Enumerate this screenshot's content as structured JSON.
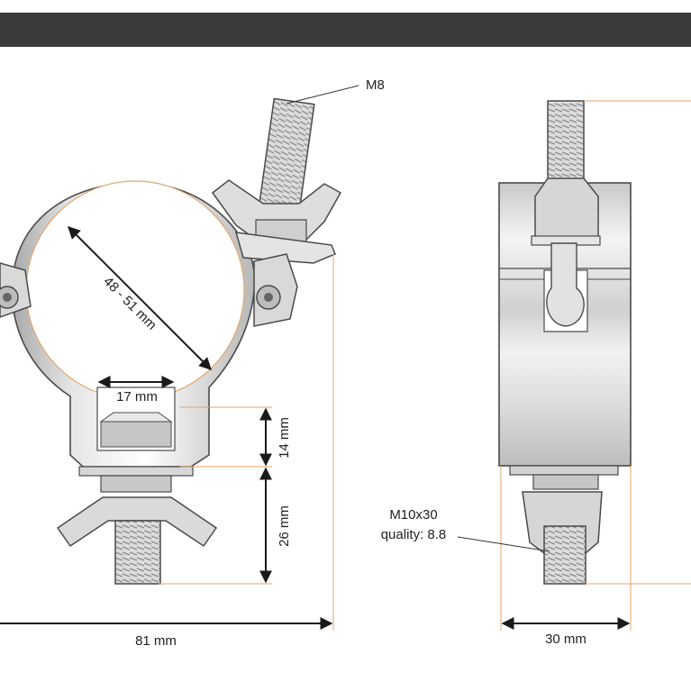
{
  "header": {
    "color": "#3a3a3a"
  },
  "labels": {
    "thread_top": "M8",
    "pipe_diameter": "48 - 51 mm",
    "slot_width": "17 mm",
    "height_upper": "14 mm",
    "height_lower": "26 mm",
    "total_width": "81 mm",
    "depth": "30 mm",
    "bolt_spec_line1": "M10x30",
    "bolt_spec_line2": "quality: 8.8"
  },
  "colors": {
    "metal_light": "#eeeeee",
    "metal_mid": "#d4d4d4",
    "metal_dark": "#a9a9a9",
    "outline": "#4a4a4a",
    "dimension_line": "#1a1a1a",
    "extension_line": "#e3a76d"
  }
}
